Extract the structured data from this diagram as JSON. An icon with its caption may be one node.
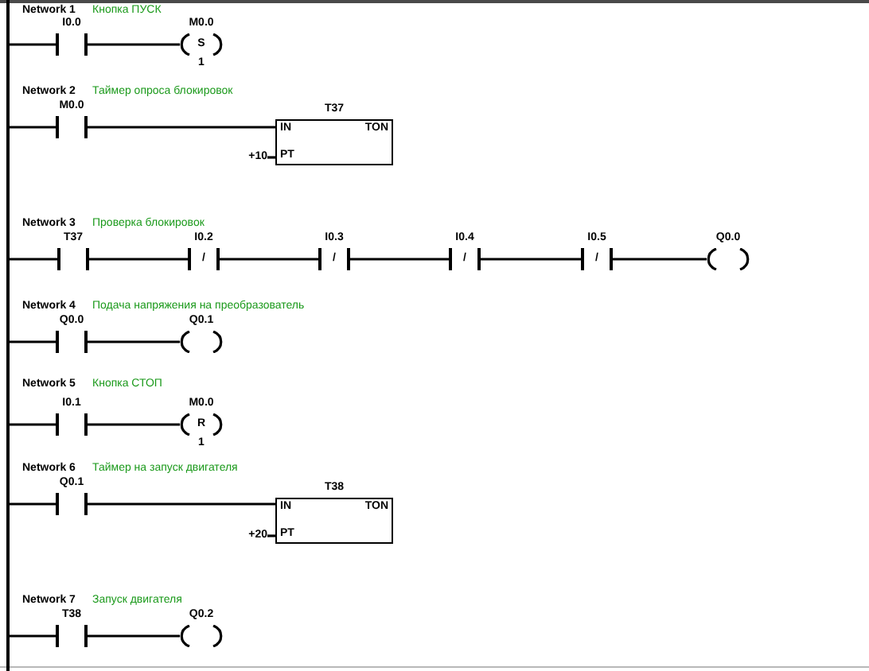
{
  "diagram": {
    "nodes": [
      {
        "text": [],
        "shape": "bar"
      },
      {
        "text": [
          "I0.0"
        ]
      },
      {
        "text": [
          "M0.0",
          "S",
          "1"
        ]
      },
      {
        "text": [
          "M0.0"
        ]
      },
      {
        "text": [
          "T37",
          "IN",
          "TON",
          "PT"
        ]
      },
      {
        "text": [
          "+10"
        ]
      },
      {
        "text": [
          "T37"
        ]
      },
      {
        "text": [
          "I0.2",
          "/"
        ]
      },
      {
        "text": [
          "I0.3",
          "/"
        ]
      },
      {
        "text": [
          "I0.4",
          "/"
        ]
      },
      {
        "text": [
          "I0.5",
          "/"
        ]
      },
      {
        "text": [
          "Q0.0"
        ]
      },
      {
        "text": [
          "Q0.0"
        ]
      },
      {
        "text": [
          "Q0.1"
        ]
      },
      {
        "text": [
          "I0.1"
        ]
      },
      {
        "text": [
          "M0.0",
          "R",
          "1"
        ]
      },
      {
        "text": [
          "Q0.1"
        ]
      },
      {
        "text": [
          "T38",
          "IN",
          "TON",
          "PT"
        ]
      },
      {
        "text": [
          "+20"
        ]
      },
      {
        "text": [
          "T38"
        ]
      },
      {
        "text": [
          "Q0.2"
        ]
      }
    ],
    "edges": [
      {
        "from": 0,
        "to": 1,
        "arrow": "none"
      },
      {
        "from": 1,
        "to": 2,
        "arrow": "none"
      },
      {
        "from": 0,
        "to": 3,
        "arrow": "none"
      },
      {
        "from": 3,
        "to": 4,
        "arrow": "none"
      },
      {
        "from": 5,
        "to": 4,
        "arrow": "none"
      },
      {
        "from": 0,
        "to": 6,
        "arrow": "none"
      },
      {
        "from": 6,
        "to": 7,
        "arrow": "none"
      },
      {
        "from": 7,
        "to": 8,
        "arrow": "none"
      },
      {
        "from": 8,
        "to": 9,
        "arrow": "none"
      },
      {
        "from": 9,
        "to": 10,
        "arrow": "none"
      },
      {
        "from": 10,
        "to": 11,
        "arrow": "none"
      },
      {
        "from": 0,
        "to": 12,
        "arrow": "none"
      },
      {
        "from": 12,
        "to": 13,
        "arrow": "none"
      },
      {
        "from": 0,
        "to": 14,
        "arrow": "none"
      },
      {
        "from": 14,
        "to": 15,
        "arrow": "none"
      },
      {
        "from": 0,
        "to": 16,
        "arrow": "none"
      },
      {
        "from": 16,
        "to": 17,
        "arrow": "none"
      },
      {
        "from": 18,
        "to": 17,
        "arrow": "none"
      },
      {
        "from": 0,
        "to": 19,
        "arrow": "none"
      },
      {
        "from": 19,
        "to": 20,
        "arrow": "none"
      }
    ],
    "labels": [
      "Network 1",
      "Кнопка ПУСК",
      "Network 2",
      "Таймер опроса блокировок",
      "Network 3",
      "Проверка блокировок",
      "Network 4",
      "Подача напряжения на преобразователь",
      "Network 5",
      "Кнопка СТОП",
      "Network 6",
      "Таймер на запуск двигателя",
      "Network 7",
      "Запуск двигателя"
    ]
  }
}
